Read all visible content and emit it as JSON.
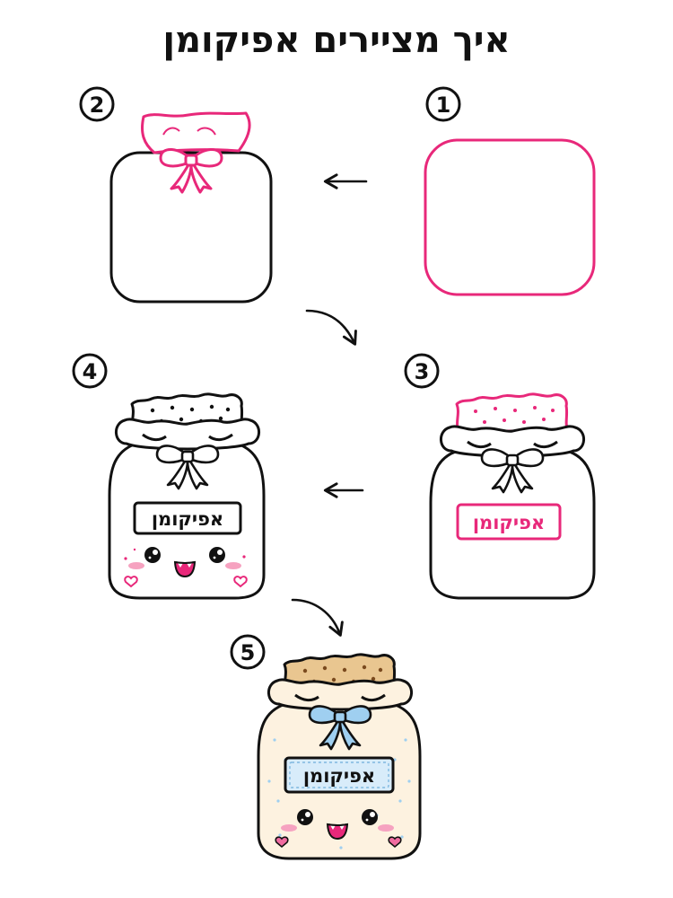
{
  "title": "איך מציירים אפיקומן",
  "label_text": "אפיקומן",
  "steps": [
    {
      "number": "1"
    },
    {
      "number": "2"
    },
    {
      "number": "3"
    },
    {
      "number": "4"
    },
    {
      "number": "5"
    }
  ],
  "colors": {
    "highlight": "#e8287a",
    "outline": "#111111",
    "ribbon_final": "#9fcff0",
    "jar_final": "#fdf2e0",
    "label_final": "#d8ecfa",
    "matzah_final": "#e9c690",
    "cheek": "#f6a2c0"
  },
  "icons": [
    "arrow-left-icon",
    "arrow-curve-down-icon"
  ]
}
